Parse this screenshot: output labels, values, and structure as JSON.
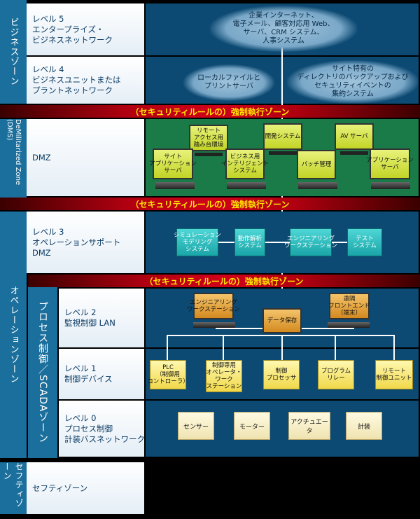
{
  "zones": {
    "business": "ビジネスゾーン",
    "dmz": "DeMilitarized Zone (DMS)",
    "operations": "オペレーションゾーン",
    "process": "プロセス制御／SCADAゾーン",
    "safety": "セフティゾーン"
  },
  "levels": {
    "l5": [
      "レベル 5",
      "エンタープライズ・",
      "ビジネスネットワーク"
    ],
    "l4": [
      "レベル 4",
      "ビジネスユニットまたは",
      "プラントネットワーク"
    ],
    "dmz": "DMZ",
    "l3": [
      "レベル 3",
      "オペレーションサポート",
      "DMZ"
    ],
    "l2": [
      "レベル 2",
      "監視制御 LAN"
    ],
    "l1": [
      "レベル 1",
      "制御デバイス"
    ],
    "l0": [
      "レベル 0",
      "プロセス制御",
      "計装バスネットワーク"
    ],
    "safety": "セフティゾーン"
  },
  "security_band": "（セキュリティルールの）強制執行ゾーン",
  "clouds": {
    "l5": [
      "企業インターネット、",
      "電子メール、顧客対応用 Web、",
      "サーバ、CRM システム、",
      "人事システム"
    ],
    "l4a": [
      "ローカルファイルと",
      "プリントサーバ"
    ],
    "l4b": [
      "サイト特有の",
      "ディレクトリのバックアップおよび",
      "セキュリティイベントの",
      "集約システム"
    ]
  },
  "dmz_systems": {
    "remote": [
      "リモート",
      "アクセス用",
      "踏み台環境"
    ],
    "dev": [
      "開発システム"
    ],
    "av": [
      "AV サーバ"
    ],
    "site_app": [
      "サイト",
      "アプリケーション",
      "サーバ"
    ],
    "bi": [
      "ビジネス用",
      "インテリジェント",
      "システム"
    ],
    "patch": [
      "パッチ管理"
    ],
    "app": [
      "アプリケーション",
      "サーバ"
    ]
  },
  "l3_systems": {
    "sim": [
      "シミュレーション",
      "モデリング",
      "システム"
    ],
    "motion": [
      "動作解析",
      "システム"
    ],
    "eng": [
      "エンジニアリング",
      "ワークステーション"
    ],
    "test": [
      "テスト",
      "システム"
    ]
  },
  "l2_systems": {
    "eng": [
      "エンジニアリング",
      "ワークステーション"
    ],
    "data": "データ保存",
    "hmi": [
      "遠隔",
      "フロントエンド",
      "（端末）"
    ]
  },
  "l1_devices": {
    "plc": [
      "PLC",
      "（制御用",
      "コントローラ）"
    ],
    "op": [
      "制御専用",
      "オペレータ・",
      "ワーク",
      "ステーション"
    ],
    "proc": [
      "制御",
      "プロセッサ"
    ],
    "relay": [
      "プログラム",
      "リレー"
    ],
    "rtu": [
      "リモート",
      "制御ユニット"
    ]
  },
  "l0_devices": [
    "センサー",
    "モーター",
    "アクチュエータ",
    "計装"
  ]
}
